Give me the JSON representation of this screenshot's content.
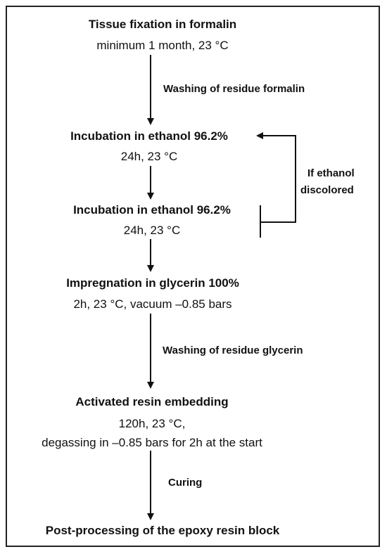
{
  "steps": [
    {
      "title": "Tissue  fixation in formalin",
      "detail": "minimum 1 month, 23 °C"
    },
    {
      "title": "Incubation in ethanol 96.2%",
      "detail": "24h, 23 °C"
    },
    {
      "title": "Incubation in ethanol 96.2%",
      "detail": "24h, 23 °C"
    },
    {
      "title": "Impregnation in glycerin 100%",
      "detail": "2h, 23 °C, vacuum –0.85 bars"
    },
    {
      "title": "Activated resin embedding",
      "detail": "120h, 23 °C,",
      "detail2": "degassing in –0.85 bars for 2h at the start"
    },
    {
      "title": "Post-processing of the epoxy resin block"
    }
  ],
  "transitions": [
    {
      "label": "Washing of residue formalin"
    },
    {
      "label": "Washing of residue glycerin"
    },
    {
      "label": "Curing"
    }
  ],
  "loop": {
    "label_line1": "If ethanol",
    "label_line2": "discolored"
  }
}
